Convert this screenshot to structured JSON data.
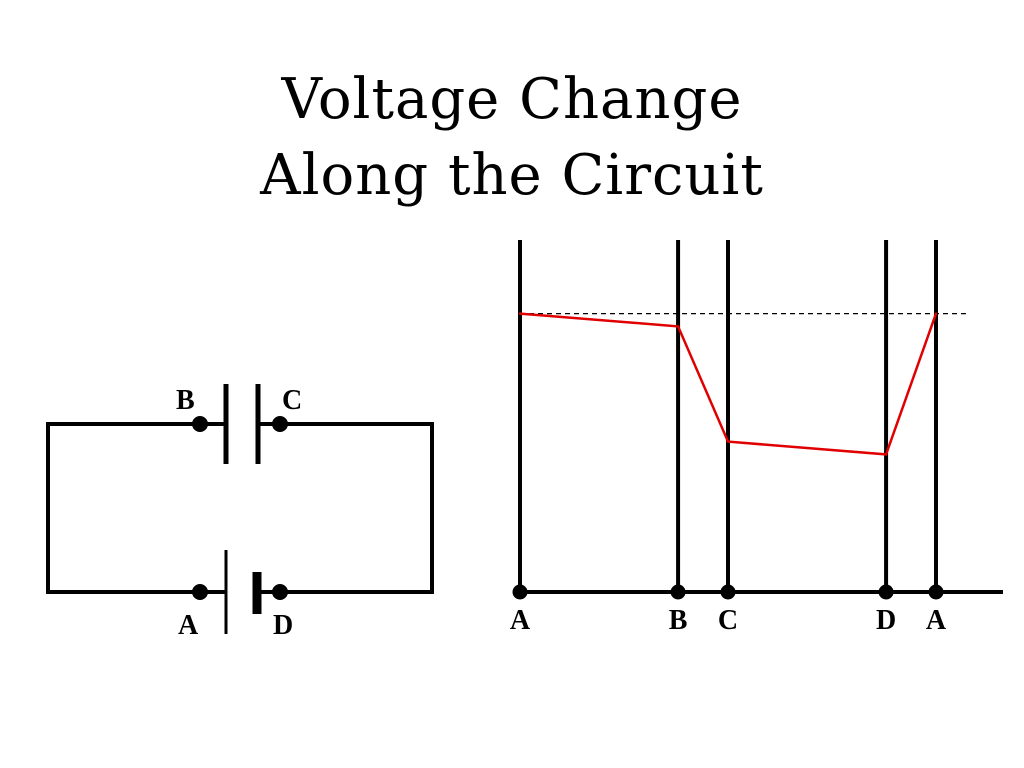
{
  "slide": {
    "title_line1": "Voltage Change",
    "title_line2": "Along the Circuit"
  },
  "circuit": {
    "node_labels": {
      "A": "A",
      "B": "B",
      "C": "C",
      "D": "D"
    }
  },
  "chart_data": {
    "type": "line",
    "title": "",
    "xlabel": "",
    "ylabel": "",
    "categories": [
      "A",
      "B",
      "C",
      "D",
      "A"
    ],
    "position_fraction": [
      0,
      0.38,
      0.5,
      0.88,
      1.0
    ],
    "series": [
      {
        "values": [
          0.87,
          0.83,
          0.47,
          0.43,
          0.87
        ]
      }
    ],
    "reference_level": 0.87,
    "ylim": [
      0,
      1.1
    ],
    "grid": false,
    "colors": {
      "line": "#e00000",
      "axis": "#000000",
      "reference": "#000000"
    }
  }
}
